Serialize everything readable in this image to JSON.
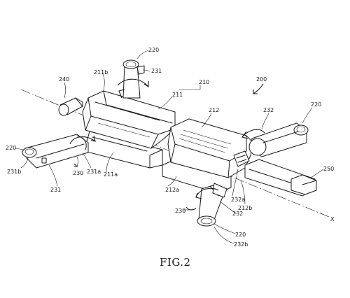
{
  "figure": {
    "caption": "FIG.2",
    "labels": {
      "l200": "200",
      "l210": "210",
      "l211": "211",
      "l211b": "211b",
      "l211a": "211a",
      "l212": "212",
      "l212a": "212a",
      "l212b": "212b",
      "l220_top": "220",
      "l220_left": "220",
      "l220_right": "220",
      "l220_bottom": "220",
      "l230_left": "230",
      "l230_bottom": "230",
      "l231_top": "231",
      "l231_left": "231",
      "l231a": "231a",
      "l231b": "231b",
      "l232_right": "232",
      "l232_bottom": "232",
      "l232a": "232a",
      "l232b": "232b",
      "l240": "240",
      "l250": "250",
      "x_axis": "X"
    }
  }
}
